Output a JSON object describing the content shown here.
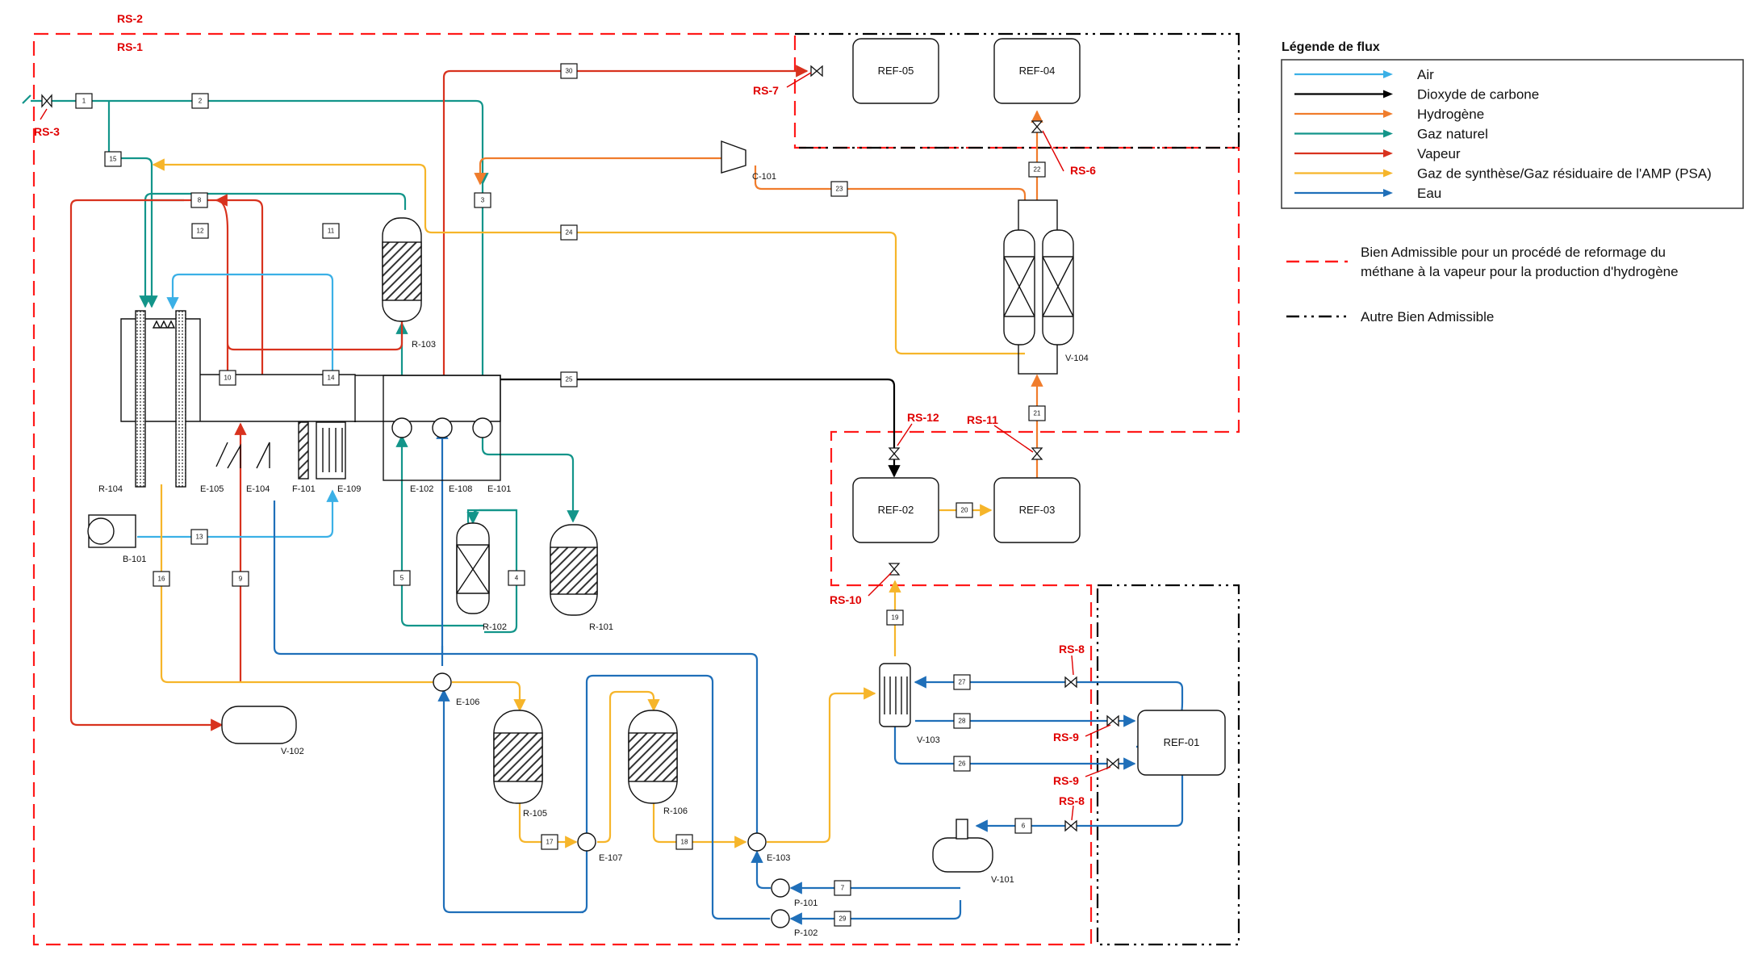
{
  "colors": {
    "air": "#3bb0e6",
    "co2": "#000000",
    "hydrogen": "#f07c2c",
    "natural_gas": "#13958a",
    "steam": "#d8321e",
    "syngas": "#f6b52a",
    "water": "#1f6fb9",
    "boundary_main": "#ff1a1a",
    "boundary_other": "#000000"
  },
  "legend": {
    "title": "Légende de flux",
    "items": [
      {
        "label": "Air",
        "color": "air"
      },
      {
        "label": "Dioxyde de carbone",
        "color": "co2"
      },
      {
        "label": "Hydrogène",
        "color": "hydrogen"
      },
      {
        "label": "Gaz naturel",
        "color": "natural_gas"
      },
      {
        "label": "Vapeur",
        "color": "steam"
      },
      {
        "label": "Gaz de synthèse/Gaz résiduaire de l'AMP (PSA)",
        "color": "syngas"
      },
      {
        "label": "Eau",
        "color": "water"
      }
    ],
    "boundary_main_line1": "Bien Admissible pour un procédé de reformage du",
    "boundary_main_line2": "méthane à la vapeur pour la production d'hydrogène",
    "boundary_other": "Autre Bien Admissible"
  },
  "refs": {
    "ref01": "REF-01",
    "ref02": "REF-02",
    "ref03": "REF-03",
    "ref04": "REF-04",
    "ref05": "REF-05"
  },
  "rs": {
    "rs1": "RS-1",
    "rs2": "RS-2",
    "rs3": "RS-3",
    "rs6": "RS-6",
    "rs7": "RS-7",
    "rs8a": "RS-8",
    "rs8b": "RS-8",
    "rs9a": "RS-9",
    "rs9b": "RS-9",
    "rs10": "RS-10",
    "rs11": "RS-11",
    "rs12": "RS-12"
  },
  "equipment": {
    "r104": "R-104",
    "e105": "E-105",
    "e104": "E-104",
    "f101": "F-101",
    "e109": "E-109",
    "e102": "E-102",
    "e108": "E-108",
    "e101": "E-101",
    "b101": "B-101",
    "r103": "R-103",
    "r102": "R-102",
    "r101": "R-101",
    "v102": "V-102",
    "e106": "E-106",
    "r105": "R-105",
    "r106": "R-106",
    "e107": "E-107",
    "e103": "E-103",
    "p101": "P-101",
    "p102": "P-102",
    "v101": "V-101",
    "v103": "V-103",
    "v104": "V-104",
    "c101": "C-101"
  },
  "streams": {
    "s1": "1",
    "s2": "2",
    "s3": "3",
    "s4": "4",
    "s5": "5",
    "s6": "6",
    "s7": "7",
    "s8": "8",
    "s9": "9",
    "s10": "10",
    "s11": "11",
    "s12": "12",
    "s13": "13",
    "s14": "14",
    "s15": "15",
    "s16": "16",
    "s17": "17",
    "s18": "18",
    "s19": "19",
    "s20": "20",
    "s21": "21",
    "s22": "22",
    "s23": "23",
    "s24": "24",
    "s25": "25",
    "s26": "26",
    "s27": "27",
    "s28": "28",
    "s29": "29",
    "s30": "30"
  }
}
